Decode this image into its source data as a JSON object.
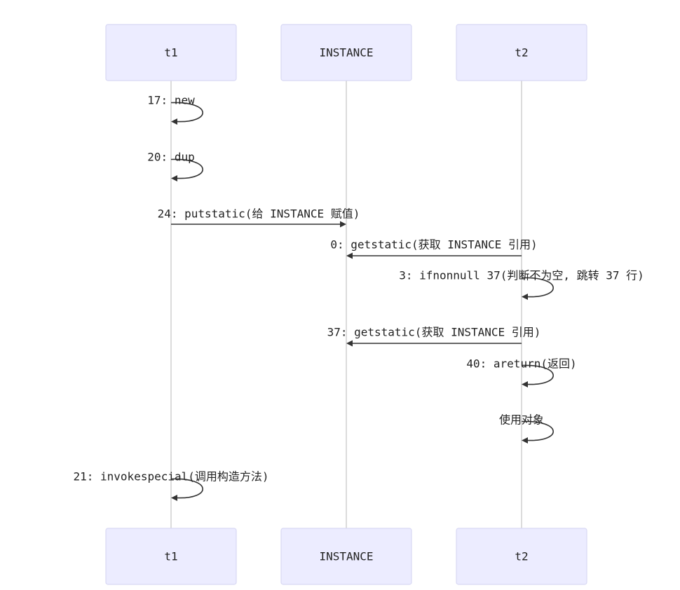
{
  "participants": [
    {
      "id": "t1",
      "label": "t1"
    },
    {
      "id": "INSTANCE",
      "label": "INSTANCE"
    },
    {
      "id": "t2",
      "label": "t2"
    }
  ],
  "messages": [
    {
      "from": "t1",
      "to": "t1",
      "text": "17: new"
    },
    {
      "from": "t1",
      "to": "t1",
      "text": "20: dup"
    },
    {
      "from": "t1",
      "to": "INSTANCE",
      "text": "24: putstatic(给 INSTANCE 赋值)"
    },
    {
      "from": "t2",
      "to": "INSTANCE",
      "text": "0: getstatic(获取 INSTANCE 引用)"
    },
    {
      "from": "t2",
      "to": "t2",
      "text": "3: ifnonnull 37(判断不为空, 跳转 37 行)"
    },
    {
      "from": "t2",
      "to": "INSTANCE",
      "text": "37: getstatic(获取 INSTANCE 引用)"
    },
    {
      "from": "t2",
      "to": "t2",
      "text": "40: areturn(返回)"
    },
    {
      "from": "t2",
      "to": "t2",
      "text": "使用对象"
    },
    {
      "from": "t1",
      "to": "t1",
      "text": "21: invokespecial(调用构造方法)"
    }
  ],
  "colors": {
    "actor_fill": "#ececff",
    "actor_border": "#d8d8f4",
    "lifeline": "#c8c8c8",
    "arrow": "#333333",
    "text": "#222222"
  }
}
